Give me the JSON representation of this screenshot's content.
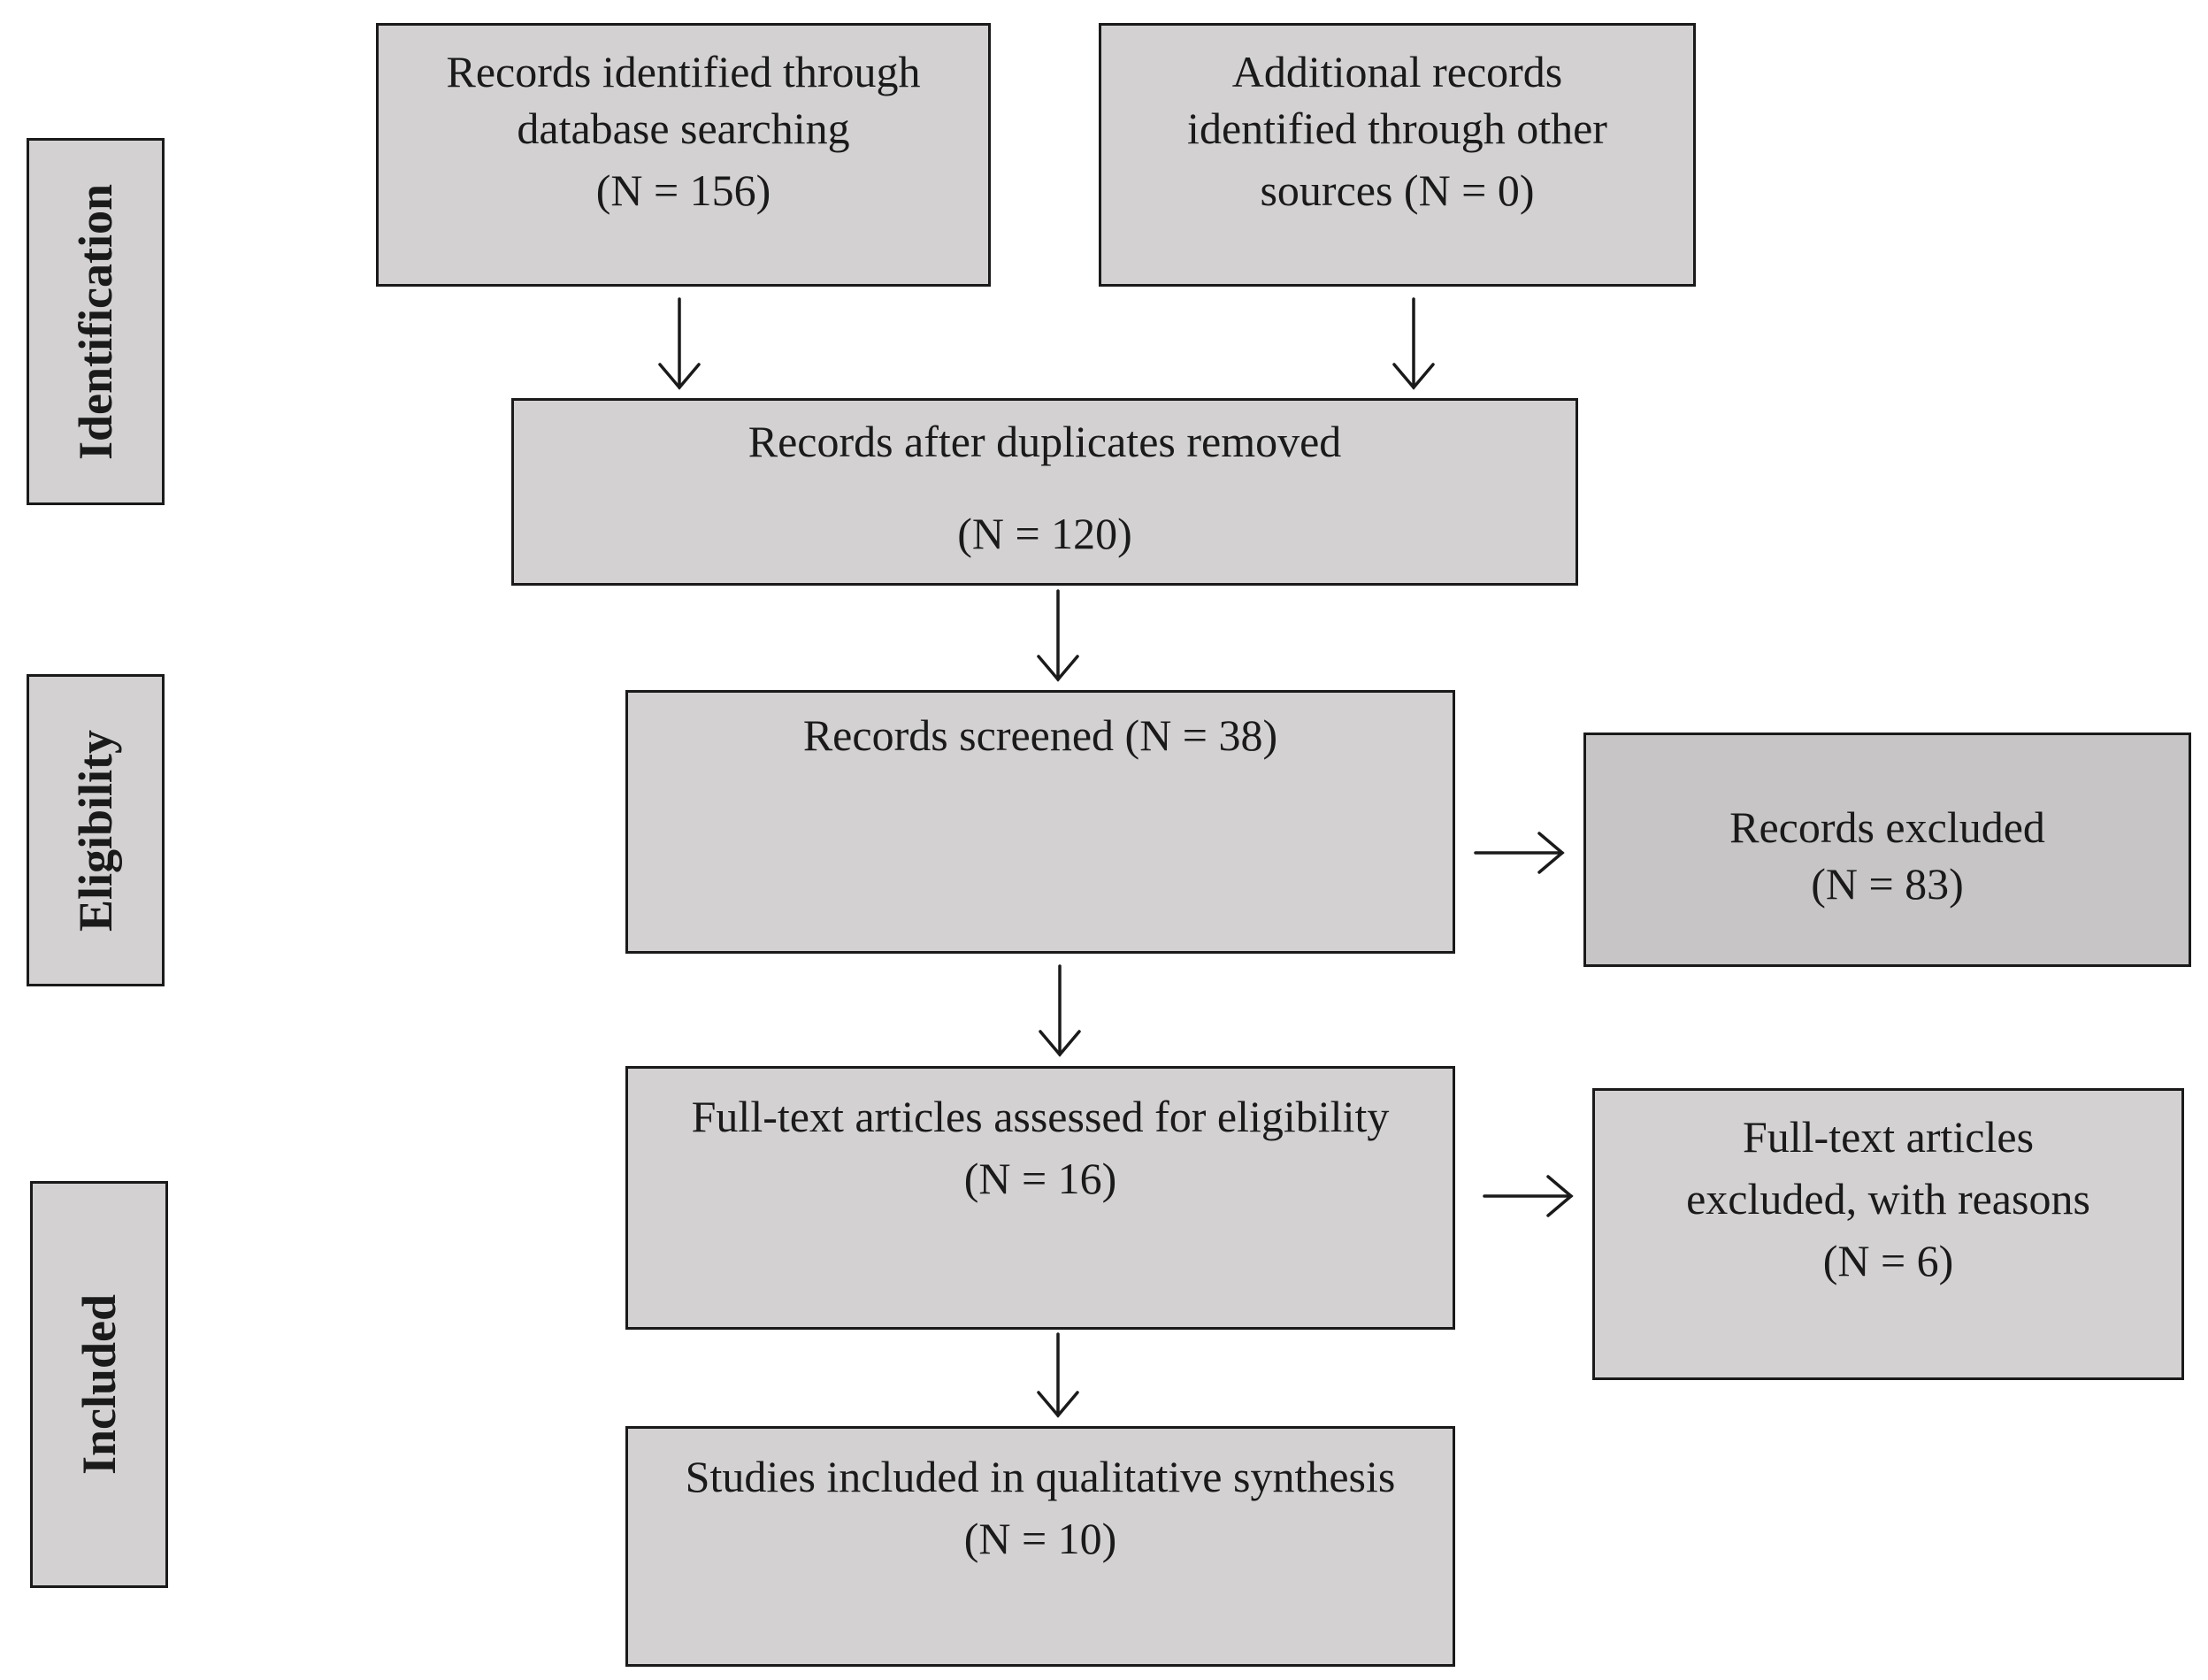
{
  "phases": {
    "identification": "Identification",
    "eligibility": "Eligibility",
    "included": "Included"
  },
  "boxes": {
    "database_records": [
      "Records identified through",
      "database searching",
      "(N = 156)"
    ],
    "other_records": [
      "Additional records",
      "identified through other",
      "sources (N = 0)"
    ],
    "after_duplicates": [
      "Records after duplicates removed",
      "(N = 120)"
    ],
    "screened": [
      "Records screened (N = 38)"
    ],
    "excluded": [
      "Records excluded",
      "(N = 83)"
    ],
    "full_text_assessed": [
      "Full-text articles assessed for eligibility",
      "(N = 16)"
    ],
    "full_text_excluded": [
      "Full-text articles",
      "excluded, with reasons",
      "(N = 6)"
    ],
    "included_studies": [
      "Studies included in qualitative synthesis",
      "(N = 10)"
    ]
  },
  "colors": {
    "box_fill": "#d3d1d2",
    "excluded_fill": "#c7c5c6",
    "stroke": "#1a1a1a"
  }
}
